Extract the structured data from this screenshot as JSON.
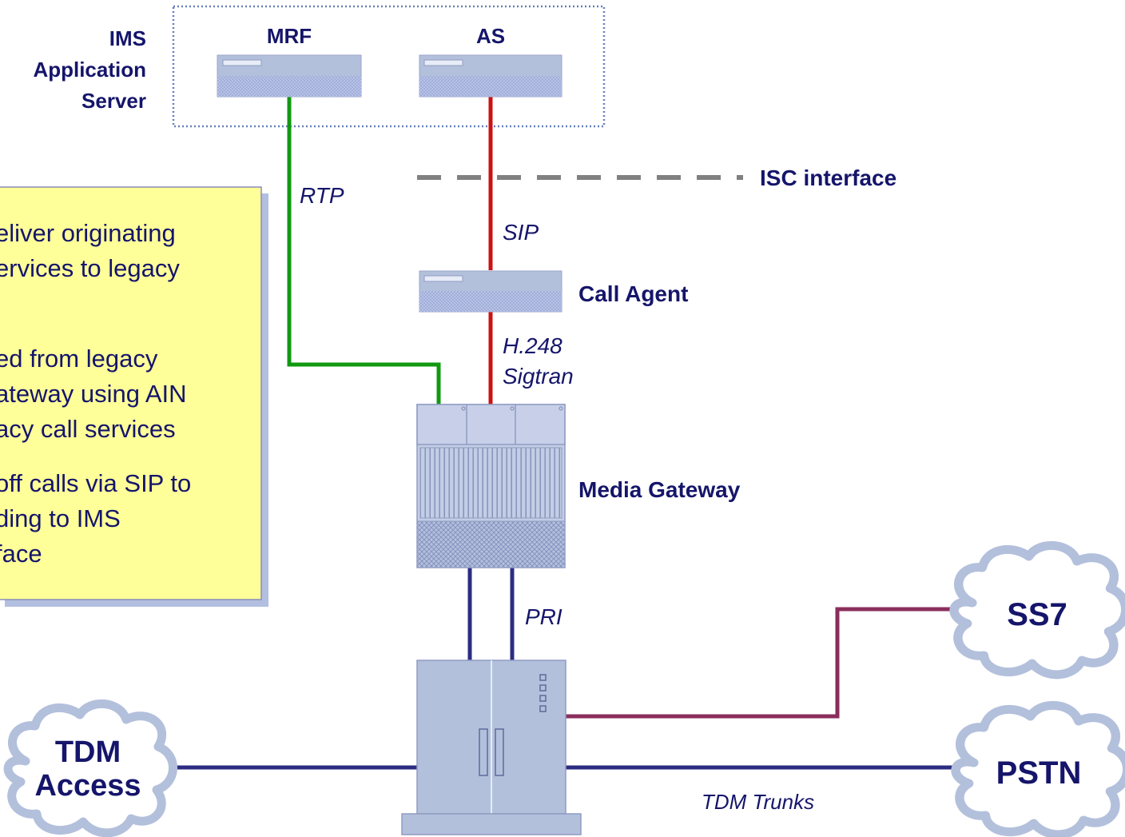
{
  "ims_group": {
    "label_lines": [
      "IMS",
      "Application",
      "Server"
    ],
    "mrf_label": "MRF",
    "as_label": "AS"
  },
  "interfaces": {
    "isc": "ISC interface",
    "rtp": "RTP",
    "sip": "SIP",
    "h248": "H.248",
    "sigtran": "Sigtran",
    "pri": "PRI",
    "tdm_trunks": "TDM Trunks"
  },
  "nodes": {
    "call_agent": "Call Agent",
    "media_gateway": "Media Gateway"
  },
  "clouds": {
    "ss7": "SS7",
    "pstn": "PSTN",
    "tdm_access_lines": [
      "TDM",
      "Access"
    ]
  },
  "note": {
    "lines": [
      "eliver originating",
      "ervices to legacy",
      ".",
      "ed from legacy",
      "ateway using AIN",
      "acy call services",
      "off calls via SIP to",
      "ding to IMS",
      "face"
    ]
  },
  "colors": {
    "text": "#15156b",
    "rtp_line": "#119911",
    "sip_line": "#cc1111",
    "tdm_line": "#2c2c82",
    "ss7_line": "#8a2e5c",
    "isc_dash": "#808080",
    "equipment": "#b3c0dc",
    "note_bg": "#ffff99"
  }
}
